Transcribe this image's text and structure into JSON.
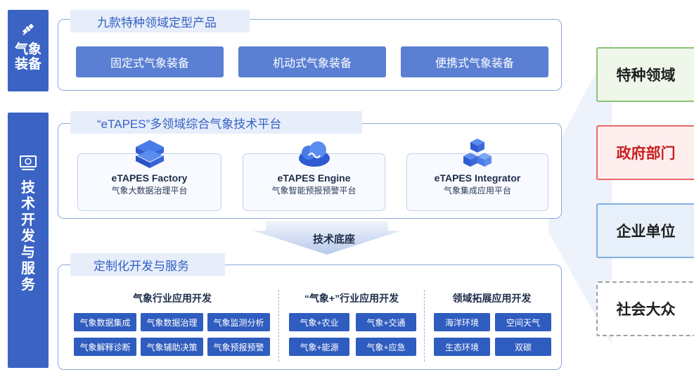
{
  "equipment": {
    "sidebar_label": "气象装备",
    "icon": "satellite-icon",
    "title": "九款特种领域定型产品",
    "products": [
      "固定式气象装备",
      "机动式气象装备",
      "便携式气象装备"
    ]
  },
  "tech": {
    "sidebar_label": "技术开发与服务",
    "icon": "computer-icon"
  },
  "platform": {
    "title": "“eTAPES”多领域综合气象技术平台",
    "cards": [
      {
        "title": "eTAPES Factory",
        "subtitle": "气象大数据治理平台",
        "icon": "data-layers-icon"
      },
      {
        "title": "eTAPES Engine",
        "subtitle": "气象智能预报预警平台",
        "icon": "cloud-engine-icon"
      },
      {
        "title": "eTAPES Integrator",
        "subtitle": "气象集成应用平台",
        "icon": "cubes-icon"
      }
    ]
  },
  "base_label": "技术底座",
  "custom": {
    "title": "定制化开发与服务",
    "groups": [
      {
        "title": "气象行业应用开发",
        "items": [
          "气象数据集成",
          "气象数据治理",
          "气象监测分析",
          "气象解释诊断",
          "气象辅助决策",
          "气象预报预警"
        ]
      },
      {
        "title": "“气象+”行业应用开发",
        "items": [
          "气象+农业",
          "气象+交通",
          "气象+能源",
          "气象+应急"
        ]
      },
      {
        "title": "领域拓展应用开发",
        "items": [
          "海洋环境",
          "空间天气",
          "生态环境",
          "双碳"
        ]
      }
    ]
  },
  "audiences": [
    {
      "label": "特种领域",
      "border": "#8cc477",
      "bg": "#eef7e9"
    },
    {
      "label": "政府部门",
      "border": "#e86a6a",
      "bg": "#fdeeee",
      "color": "#c81f1f"
    },
    {
      "label": "企业单位",
      "border": "#84aee0",
      "bg": "#e7f0fa"
    },
    {
      "label": "社会大众",
      "border": "#a0a0a0",
      "bg": "#ffffff",
      "dashed": true
    }
  ]
}
